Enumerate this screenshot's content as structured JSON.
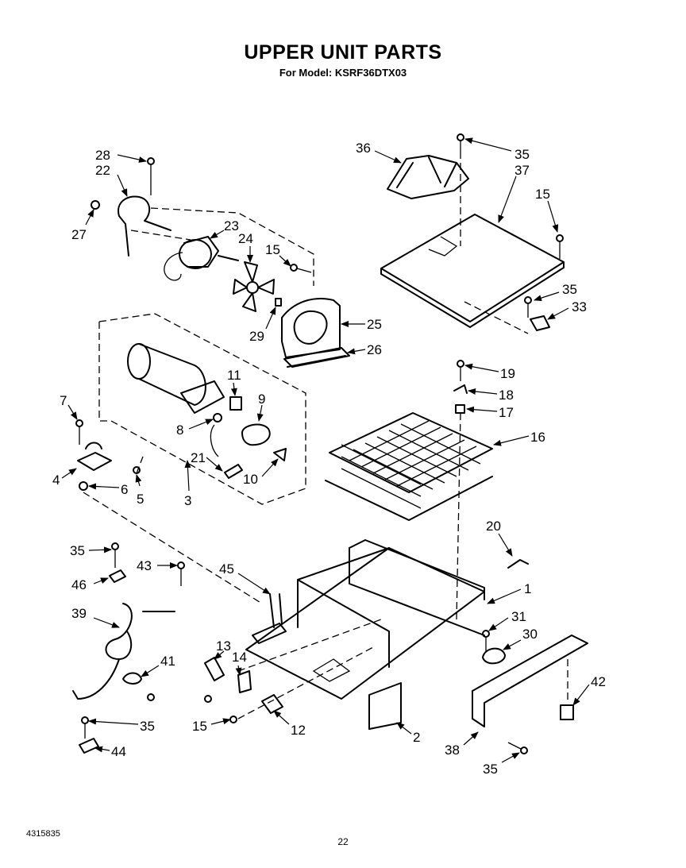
{
  "header": {
    "title": "UPPER UNIT PARTS",
    "subtitle": "For Model: KSRF36DTX03"
  },
  "footer": {
    "doc_number": "4315835",
    "page_number": "22"
  },
  "callouts": [
    {
      "id": "c28",
      "label": "28"
    },
    {
      "id": "c22",
      "label": "22"
    },
    {
      "id": "c27",
      "label": "27"
    },
    {
      "id": "c23",
      "label": "23"
    },
    {
      "id": "c24",
      "label": "24"
    },
    {
      "id": "c15a",
      "label": "15"
    },
    {
      "id": "c29",
      "label": "29"
    },
    {
      "id": "c25",
      "label": "25"
    },
    {
      "id": "c26",
      "label": "26"
    },
    {
      "id": "c36",
      "label": "36"
    },
    {
      "id": "c35a",
      "label": "35"
    },
    {
      "id": "c37",
      "label": "37"
    },
    {
      "id": "c15b",
      "label": "15"
    },
    {
      "id": "c35b",
      "label": "35"
    },
    {
      "id": "c33",
      "label": "33"
    },
    {
      "id": "c11",
      "label": "11"
    },
    {
      "id": "c9",
      "label": "9"
    },
    {
      "id": "c8",
      "label": "8"
    },
    {
      "id": "c7",
      "label": "7"
    },
    {
      "id": "c21",
      "label": "21"
    },
    {
      "id": "c10",
      "label": "10"
    },
    {
      "id": "c4",
      "label": "4"
    },
    {
      "id": "c6",
      "label": "6"
    },
    {
      "id": "c5",
      "label": "5"
    },
    {
      "id": "c3",
      "label": "3"
    },
    {
      "id": "c19",
      "label": "19"
    },
    {
      "id": "c18",
      "label": "18"
    },
    {
      "id": "c17",
      "label": "17"
    },
    {
      "id": "c16",
      "label": "16"
    },
    {
      "id": "c20",
      "label": "20"
    },
    {
      "id": "c1",
      "label": "1"
    },
    {
      "id": "c35c",
      "label": "35"
    },
    {
      "id": "c46",
      "label": "46"
    },
    {
      "id": "c43",
      "label": "43"
    },
    {
      "id": "c45",
      "label": "45"
    },
    {
      "id": "c39",
      "label": "39"
    },
    {
      "id": "c31",
      "label": "31"
    },
    {
      "id": "c30",
      "label": "30"
    },
    {
      "id": "c13",
      "label": "13"
    },
    {
      "id": "c14",
      "label": "14"
    },
    {
      "id": "c41",
      "label": "41"
    },
    {
      "id": "c42",
      "label": "42"
    },
    {
      "id": "c15c",
      "label": "15"
    },
    {
      "id": "c12",
      "label": "12"
    },
    {
      "id": "c35d",
      "label": "35"
    },
    {
      "id": "c2",
      "label": "2"
    },
    {
      "id": "c38",
      "label": "38"
    },
    {
      "id": "c44",
      "label": "44"
    },
    {
      "id": "c35e",
      "label": "35"
    }
  ]
}
